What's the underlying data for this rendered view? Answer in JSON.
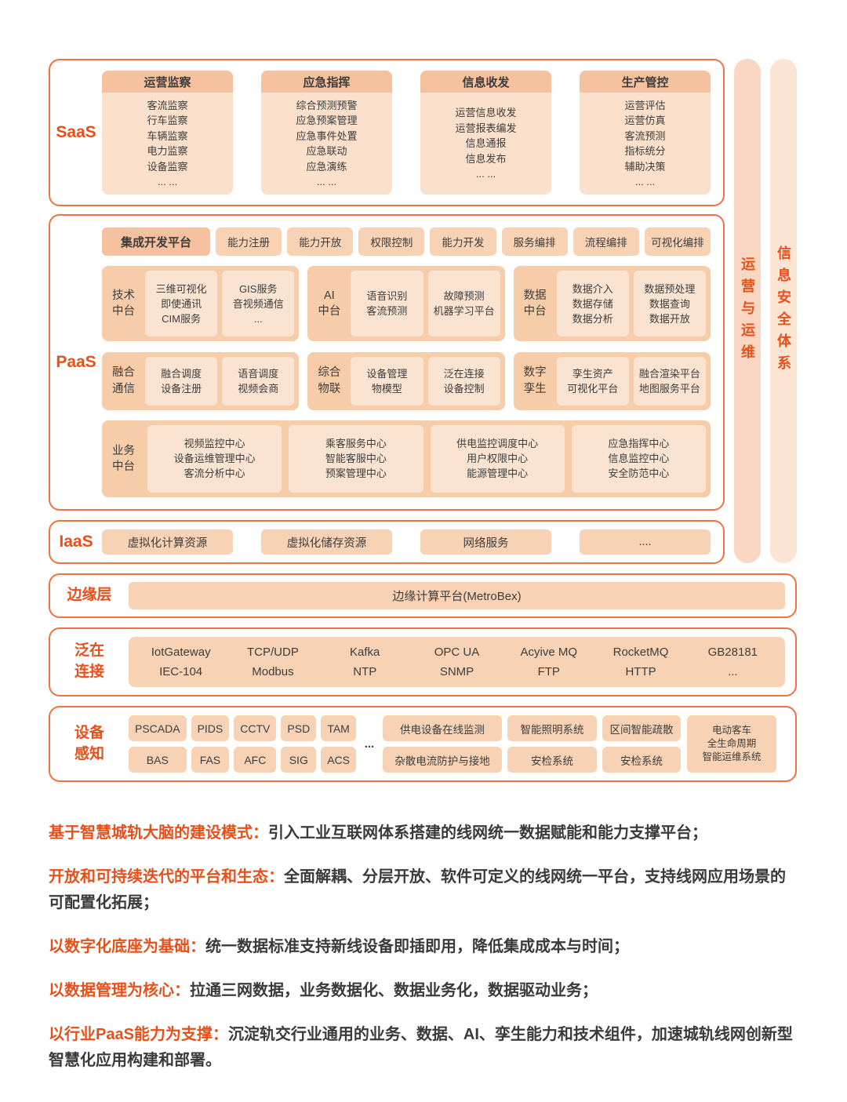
{
  "saas": {
    "label": "SaaS",
    "columns": [
      {
        "header": "运营监察",
        "items": [
          "客流监察",
          "行车监察",
          "车辆监察",
          "电力监察",
          "设备监察",
          "... ..."
        ]
      },
      {
        "header": "应急指挥",
        "items": [
          "综合预测预警",
          "应急预案管理",
          "应急事件处置",
          "应急联动",
          "应急演练",
          "... ..."
        ]
      },
      {
        "header": "信息收发",
        "items": [
          "运营信息收发",
          "运营报表编发",
          "信息通报",
          "信息发布",
          "... ..."
        ]
      },
      {
        "header": "生产管控",
        "items": [
          "运营评估",
          "运营仿真",
          "客流预测",
          "指标统分",
          "辅助决策",
          "... ..."
        ]
      }
    ]
  },
  "paas": {
    "label": "PaaS",
    "integration_title": "集成开发平台",
    "capabilities": [
      "能力注册",
      "能力开放",
      "权限控制",
      "能力开发",
      "服务编排",
      "流程编排",
      "可视化编排"
    ],
    "row_tech": [
      {
        "label": "技术\n中台",
        "boxes": [
          "三维可视化\n即使通讯\nCIM服务",
          "GIS服务\n音视频通信\n..."
        ]
      },
      {
        "label": "AI\n中台",
        "boxes": [
          "语音识别\n客流预测",
          "故障预测\n机器学习平台"
        ]
      },
      {
        "label": "数据\n中台",
        "boxes": [
          "数据介入\n数据存储\n数据分析",
          "数据预处理\n数据查询\n数据开放"
        ]
      }
    ],
    "row_fusion": [
      {
        "label": "融合\n通信",
        "boxes": [
          "融合调度\n设备注册",
          "语音调度\n视频会商"
        ]
      },
      {
        "label": "综合\n物联",
        "boxes": [
          "设备管理\n物模型",
          "泛在连接\n设备控制"
        ]
      },
      {
        "label": "数字\n孪生",
        "boxes": [
          "孪生资产\n可视化平台",
          "融合渲染平台\n地图服务平台"
        ]
      }
    ],
    "business": {
      "label": "业务\n中台",
      "boxes": [
        "视频监控中心\n设备运维管理中心\n客流分析中心",
        "乘客服务中心\n智能客服中心\n预案管理中心",
        "供电监控调度中心\n用户权限中心\n能源管理中心",
        "应急指挥中心\n信息监控中心\n安全防范中心"
      ]
    }
  },
  "iaas": {
    "label": "IaaS",
    "items": [
      "虚拟化计算资源",
      "虚拟化储存资源",
      "网络服务",
      "...."
    ]
  },
  "edge": {
    "label": "边缘层",
    "platform": "边缘计算平台(MetroBex)"
  },
  "connectivity": {
    "label": "泛在\n连接",
    "row1": [
      "IotGateway",
      "TCP/UDP",
      "Kafka",
      "OPC UA",
      "Acyive MQ",
      "RocketMQ",
      "GB28181"
    ],
    "row2": [
      "IEC-104",
      "Modbus",
      "NTP",
      "SNMP",
      "FTP",
      "HTTP",
      "..."
    ]
  },
  "devices": {
    "label": "设备\n感知",
    "left_grid": [
      "PSCADA",
      "PIDS",
      "CCTV",
      "PSD",
      "TAM",
      "BAS",
      "FAS",
      "AFC",
      "SIG",
      "ACS"
    ],
    "dots": "...",
    "right_grid": [
      "供电设备在线监测",
      "智能照明系统",
      "区间智能疏散",
      "杂散电流防护与接地",
      "安检系统",
      "安检系统"
    ],
    "tall_box": "电动客车\n全生命周期\n智能运维系统"
  },
  "sidebars": {
    "ops": "运营与运维",
    "security": "信息安全体系"
  },
  "notes": [
    {
      "lead": "基于智慧城轨大脑的建设模式：",
      "body": "引入工业互联网体系搭建的线网统一数据赋能和能力支撑平台；"
    },
    {
      "lead": "开放和可持续迭代的平台和生态：",
      "body": "全面解耦、分层开放、软件可定义的线网统一平台，支持线网应用场景的可配置化拓展；"
    },
    {
      "lead": "以数字化底座为基础：",
      "body": "统一数据标准支持新线设备即插即用，降低集成成本与时间；"
    },
    {
      "lead": "以数据管理为核心：",
      "body": "拉通三网数据，业务数据化、数据业务化，数据驱动业务；"
    },
    {
      "lead": "以行业PaaS能力为支撑：",
      "body": "沉淀轨交行业通用的业务、数据、AI、孪生能力和技术组件，加速城轨线网创新型智慧化应用构建和部署。"
    }
  ],
  "colors": {
    "accent": "#e6511b",
    "border": "#ee7246",
    "fill_dark": "#f5c19e",
    "fill_mid": "#f8d2b4",
    "fill_light": "#fbe3d1"
  }
}
